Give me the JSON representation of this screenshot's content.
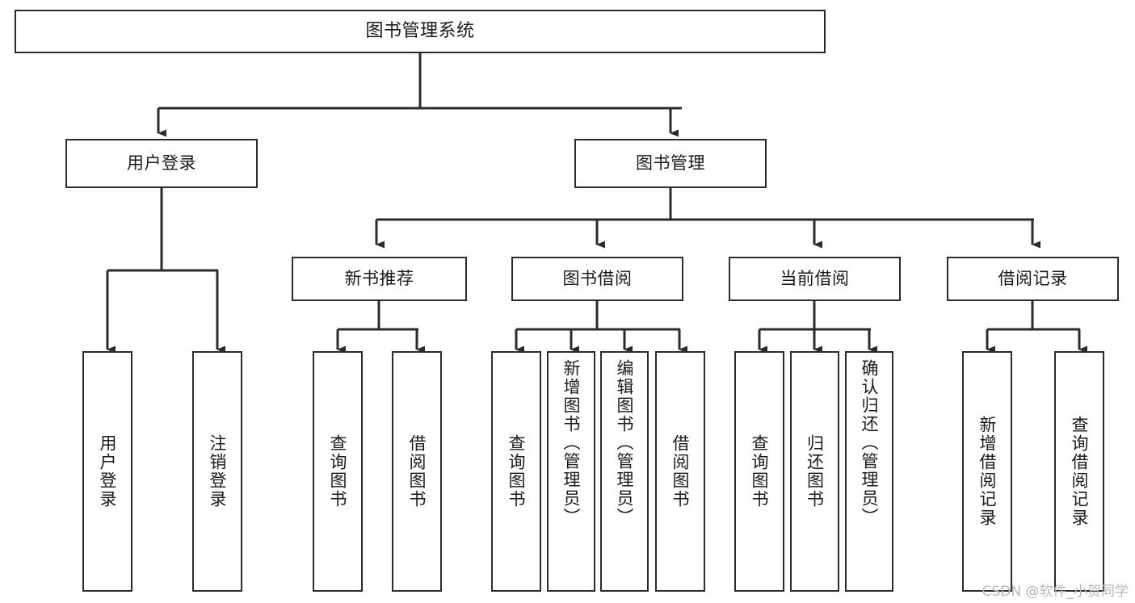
{
  "diagram": {
    "type": "tree-hierarchy",
    "title": "图书管理系统",
    "orientation": "top-down",
    "colors": {
      "background": "#ffffff",
      "line": "#2b2b2b",
      "box_border": "#2b2b2b",
      "text": "#1a1a1a",
      "watermark": "#b8b8b8"
    },
    "root": {
      "label": "图书管理系统"
    },
    "level1": [
      {
        "label": "用户登录"
      },
      {
        "label": "图书管理"
      }
    ],
    "level2": [
      {
        "label": "新书推荐"
      },
      {
        "label": "图书借阅"
      },
      {
        "label": "当前借阅"
      },
      {
        "label": "借阅记录"
      }
    ],
    "leaves": {
      "user_login": [
        {
          "label": "用户登录"
        },
        {
          "label": "注销登录"
        }
      ],
      "new_book_recommend": [
        {
          "label": "查询图书"
        },
        {
          "label": "借阅图书"
        }
      ],
      "book_borrow": [
        {
          "label": "查询图书"
        },
        {
          "label": "新增图书（管理员）"
        },
        {
          "label": "编辑图书（管理员）"
        },
        {
          "label": "借阅图书"
        }
      ],
      "current_borrow": [
        {
          "label": "查询图书"
        },
        {
          "label": "归还图书"
        },
        {
          "label": "确认归还（管理员）"
        }
      ],
      "borrow_record": [
        {
          "label": "新增借阅记录"
        },
        {
          "label": "查询借阅记录"
        }
      ]
    }
  },
  "watermark": {
    "text": "CSDN @软件_小贺同学"
  }
}
